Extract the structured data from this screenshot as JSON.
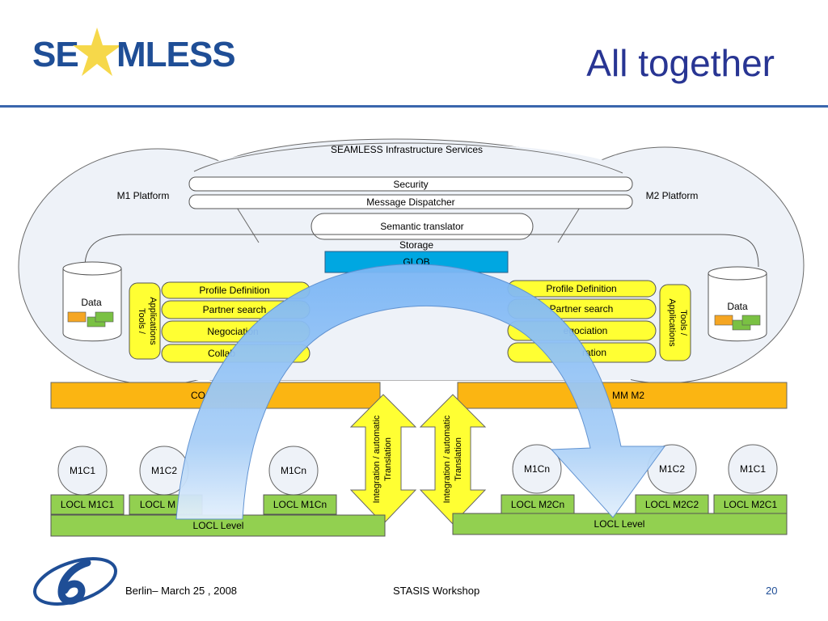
{
  "header": {
    "logo_left": "SE",
    "logo_right": "MLESS",
    "title": "All together"
  },
  "diagram": {
    "infrastructure_title": "SEAMLESS Infrastructure Services",
    "m1_platform": "M1 Platform",
    "m2_platform": "M2 Platform",
    "security": "Security",
    "message_dispatcher": "Message Dispatcher",
    "semantic_translator": "Semantic translator",
    "storage": "Storage",
    "glob": "GLOB",
    "data_left": "Data",
    "data_right": "Data",
    "tools_left_1": "Tools /",
    "tools_left_2": "Applications",
    "tools_right_1": "Tools /",
    "tools_right_2": "Applications",
    "left_services": [
      "Profile Definition",
      "Partner search",
      "Negociation",
      "Collab"
    ],
    "right_services": [
      "Profile Definition",
      "Partner search",
      "egociation",
      "ration"
    ],
    "comm_left": "CO",
    "comm_right": "MM M2",
    "integration_1": "Integration / automatic",
    "integration_2": "Translation",
    "m1_components": [
      "M1C1",
      "M1C2",
      "M1Cn"
    ],
    "m2_components": [
      "M1Cn",
      "M1C2",
      "M1C1"
    ],
    "locl_m1": [
      "LOCL M1C1",
      "LOCL M",
      "LOCL M1Cn"
    ],
    "locl_m2": [
      "LOCL M2Cn",
      "LOCL M2C2",
      "LOCL M2C1"
    ],
    "locl_level_left": "LOCL Level",
    "locl_level_right": "LOCL Level"
  },
  "footer": {
    "location_date": "Berlin– March 25 , 2008",
    "event": "STASIS Workshop",
    "page": "20"
  },
  "colors": {
    "brand_blue": "#1f4e96",
    "title_blue": "#283593",
    "star_yellow": "#f6d84a",
    "service_yellow": "#ffff33",
    "comm_orange": "#fbb512",
    "locl_green": "#92d050",
    "glob_blue": "#00a7e1",
    "cloud_fill": "#eef2f8"
  }
}
